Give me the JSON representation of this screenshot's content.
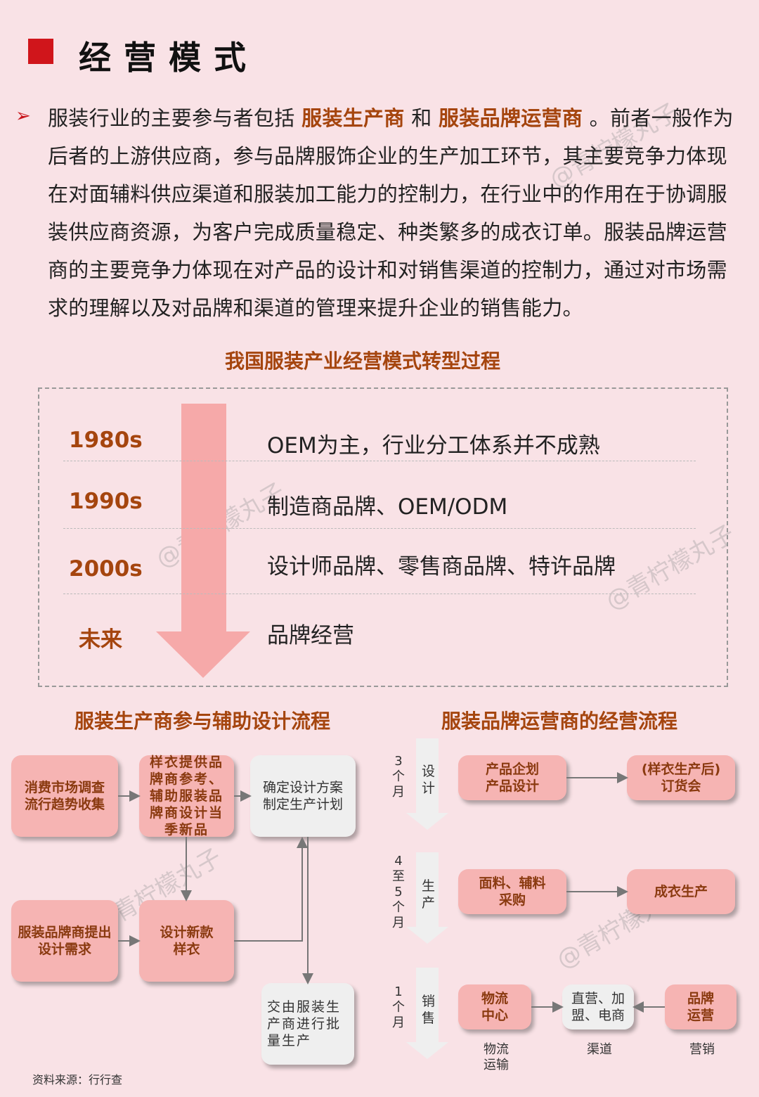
{
  "header": {
    "title": "经营模式"
  },
  "intro": {
    "p1": "服装行业的主要参与者包括",
    "h1": "服装生产商",
    "p2": "和",
    "h2": "服装品牌运营商",
    "p3": "。前者一般作为后者的上游供应商，参与品牌服饰企业的生产加工环节，其主要竞争力体现在对面辅料供应渠道和服装加工能力的控制力，在行业中的作用在于协调服装供应商资源，为客户完成质量稳定、种类繁多的成衣订单。服装品牌运营商的主要竞争力体现在对产品的设计和对销售渠道的控制力，通过对市场需求的理解以及对品牌和渠道的管理来提升企业的销售能力。"
  },
  "timeline": {
    "title": "我国服装产业经营模式转型过程",
    "rows": [
      {
        "year": "1980s",
        "desc": "OEM为主，行业分工体系并不成熟"
      },
      {
        "year": "1990s",
        "desc": "制造商品牌、OEM/ODM"
      },
      {
        "year": "2000s",
        "desc": "设计师品牌、零售商品牌、特许品牌"
      },
      {
        "year": "未来",
        "desc": "品牌经营"
      }
    ]
  },
  "left_flow": {
    "title": "服装生产商参与辅助设计流程",
    "boxes": {
      "market": "消费市场调查流行趋势收集",
      "sample": "样衣提供品牌商参考、辅助服装品牌商设计当季新品",
      "confirm": "确定设计方案制定生产计划",
      "brand_req": "服装品牌商提出设计需求",
      "design": "设计新款样衣",
      "produce": "交由服装生产商进行批量生产"
    }
  },
  "right_flow": {
    "title": "服装品牌运营商的经营流程",
    "stages": [
      {
        "duration": "3个月",
        "name": "设计"
      },
      {
        "duration": "4至5个月",
        "name": "生产"
      },
      {
        "duration": "1个月",
        "name": "销售"
      }
    ],
    "boxes": {
      "plan": "产品企划产品设计",
      "order": "(样衣生产后)订货会",
      "fabric": "面料、辅料采购",
      "garment": "成衣生产",
      "logistics": "物流中心",
      "channel": "直营、加盟、电商",
      "brand_ops": "品牌运营"
    },
    "captions": {
      "logistics": "物流运输",
      "channel": "渠道",
      "marketing": "营销"
    }
  },
  "watermark": "@青柠檬丸子",
  "source": "资料来源：行行查",
  "colors": {
    "accent": "#a5450e",
    "pink_box": "#f6b4b3",
    "red_square": "#d0151b",
    "background": "#f9e2e6"
  }
}
